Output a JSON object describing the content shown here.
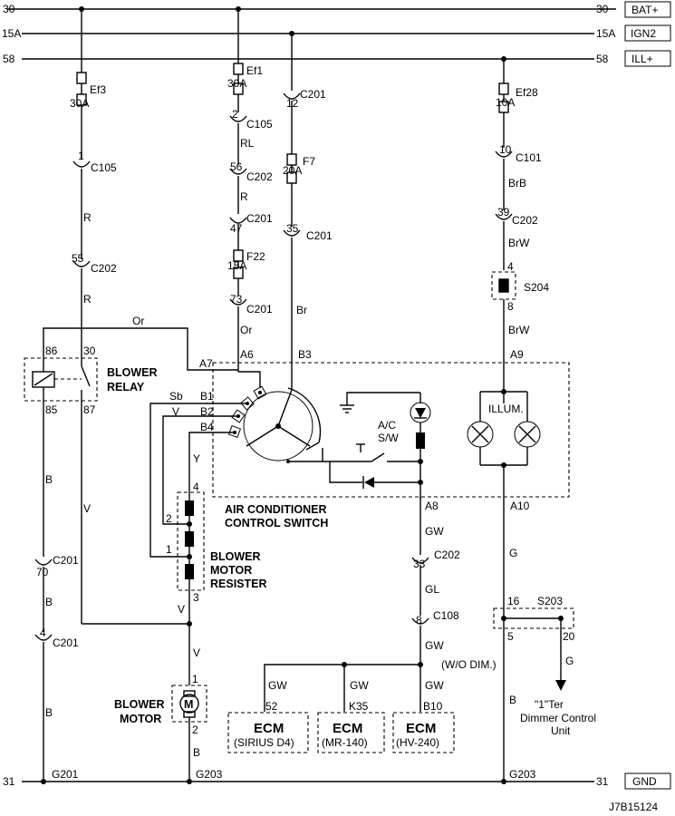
{
  "rails": {
    "r30": {
      "left": "30",
      "right": "30",
      "tag": "BAT+"
    },
    "r15a": {
      "left": "15A",
      "right": "15A",
      "tag": "IGN2"
    },
    "r58": {
      "left": "58",
      "right": "58",
      "tag": "ILL+"
    },
    "r31": {
      "left": "31",
      "right": "31",
      "tag": "GND"
    }
  },
  "fuses": {
    "ef3": {
      "name": "Ef3",
      "rating": "30A"
    },
    "ef1": {
      "name": "Ef1",
      "rating": "30A"
    },
    "ef28": {
      "name": "Ef28",
      "rating": "10A"
    },
    "f7": {
      "name": "F7",
      "rating": "20A"
    },
    "f22": {
      "name": "F22",
      "rating": "15A"
    }
  },
  "connectors": {
    "c105a": {
      "pin": "1",
      "name": "C105"
    },
    "c202a": {
      "pin": "55",
      "name": "C202"
    },
    "c105b": {
      "pin": "2",
      "name": "C105"
    },
    "c202b": {
      "pin": "56",
      "name": "C202"
    },
    "c201b": {
      "pin": "47",
      "name": "C201"
    },
    "c201c": {
      "pin": "73",
      "name": "C201"
    },
    "c201d": {
      "pin": "12",
      "name": "C201"
    },
    "c201e": {
      "pin": "35",
      "name": "C201"
    },
    "c101": {
      "pin": "10",
      "name": "C101"
    },
    "c202c": {
      "pin": "39",
      "name": "C202"
    },
    "c201f": {
      "pin": "70",
      "name": "C201"
    },
    "c201g": {
      "pin": "4",
      "name": "C201"
    },
    "c202d": {
      "pin": "33",
      "name": "C202"
    },
    "c108": {
      "pin": "8",
      "name": "C108"
    }
  },
  "wires": {
    "r1": "R",
    "r2": "R",
    "rl": "RL",
    "r3": "R",
    "or1": "Or",
    "or2": "Or",
    "br": "Br",
    "brb": "BrB",
    "brw1": "BrW",
    "brw2": "BrW",
    "b1": "B",
    "b2": "B",
    "b3": "B",
    "b4": "B",
    "v1": "V",
    "v2": "V",
    "v3": "V",
    "vsw": "V",
    "sb": "Sb",
    "y": "Y",
    "gw1": "GW",
    "gw2": "GW",
    "gw3": "GW",
    "gw4": "GW",
    "gw5": "GW",
    "gl": "GL",
    "g1": "G",
    "g2": "G"
  },
  "switch": {
    "label_line1": "AIR CONDITIONER",
    "label_line2": "CONTROL SWITCH",
    "pins": {
      "a7": "A7",
      "a6": "A6",
      "b3": "B3",
      "a9": "A9",
      "b1": "B1",
      "b2": "B2",
      "b4": "B4",
      "a8": "A8",
      "a10": "A10"
    },
    "ac_sw_line1": "A/C",
    "ac_sw_line2": "S/W",
    "illum": "ILLUM."
  },
  "relay": {
    "label_line1": "BLOWER",
    "label_line2": "RELAY",
    "pins": {
      "p86": "86",
      "p30": "30",
      "p85": "85",
      "p87": "87"
    }
  },
  "resister": {
    "label_line1": "BLOWER",
    "label_line2": "MOTOR",
    "label_line3": "RESISTER",
    "pins": {
      "p4": "4",
      "p2": "2",
      "p1": "1",
      "p3": "3"
    }
  },
  "motor": {
    "label_line1": "BLOWER",
    "label_line2": "MOTOR",
    "symbol": "M",
    "pins": {
      "p1": "1",
      "p2": "2"
    }
  },
  "splices": {
    "s204": {
      "name": "S204",
      "pin_top": "4",
      "pin_bottom": "8"
    },
    "s203": {
      "name": "S203",
      "pin_a": "16",
      "pin_b": "5",
      "pin_c": "20"
    }
  },
  "ecms": [
    {
      "title": "ECM",
      "sub": "(SIRIUS D4)",
      "pin": "52"
    },
    {
      "title": "ECM",
      "sub": "(MR-140)",
      "pin": "K35"
    },
    {
      "title": "ECM",
      "sub": "(HV-240)",
      "pin": "B10"
    }
  ],
  "misc": {
    "wo_dim": "(W/O DIM.)",
    "dimmer_line1": "\"1\"Ter",
    "dimmer_line2": "Dimmer Control",
    "dimmer_line3": "Unit"
  },
  "grounds": {
    "g201": "G201",
    "g203a": "G203",
    "g203b": "G203"
  },
  "figure_id": "J7B15124"
}
